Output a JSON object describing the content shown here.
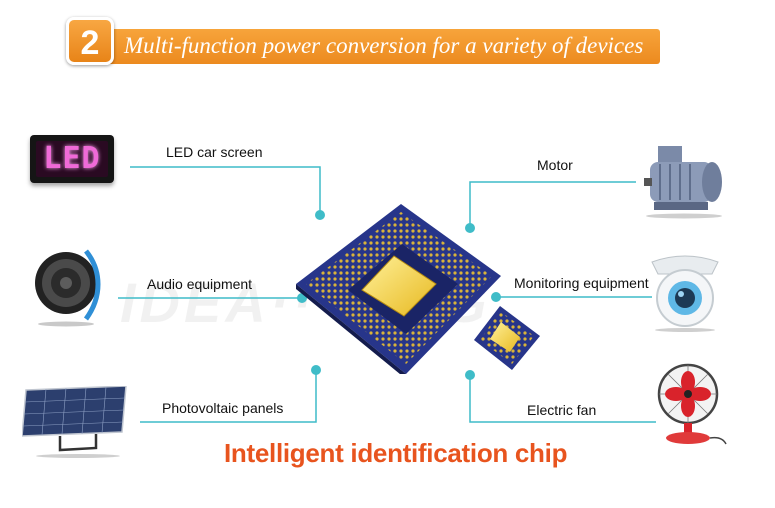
{
  "banner": {
    "number": "2",
    "title": "Multi-function power conversion for a variety of devices"
  },
  "watermark": "IDEA···SING",
  "devices": {
    "led_screen": {
      "label": "LED car screen",
      "sign_text": "LED"
    },
    "audio": {
      "label": "Audio equipment"
    },
    "solar": {
      "label": "Photovoltaic panels"
    },
    "motor": {
      "label": "Motor"
    },
    "monitoring": {
      "label": "Monitoring equipment"
    },
    "fan": {
      "label": "Electric fan"
    }
  },
  "chip_caption": "Intelligent identification chip",
  "colors": {
    "accent": "#f39a2e",
    "connector": "#3fbcc8",
    "caption": "#e8541e"
  }
}
